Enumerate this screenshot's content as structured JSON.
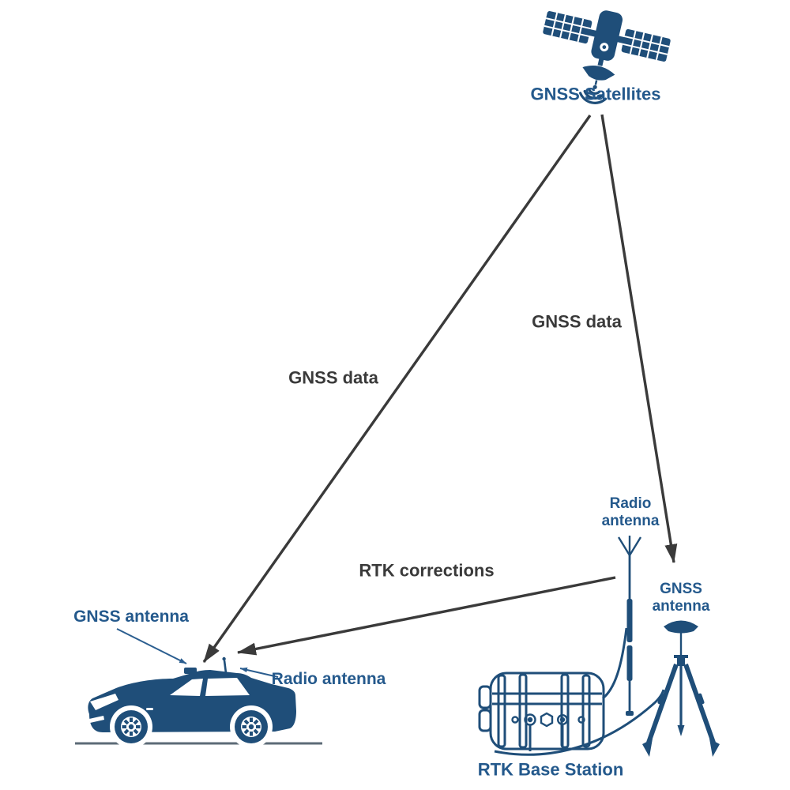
{
  "diagram_title": "RTK GNSS positioning diagram",
  "labels": {
    "gnss_satellites": "GNSS Satellites",
    "gnss_data_left": "GNSS data",
    "gnss_data_right": "GNSS data",
    "rtk_corrections": "RTK corrections",
    "car_gnss_antenna": "GNSS antenna",
    "car_radio_antenna": "Radio antenna",
    "base_radio_antenna": "Radio\nantenna",
    "base_gnss_antenna": "GNSS\nantenna",
    "rtk_base_station": "RTK Base Station"
  },
  "icons": {
    "satellite": "gnss-satellite-icon",
    "signal_waves": "signal-waves-icon",
    "rover_car": "rover-car-icon",
    "base_case": "rtk-base-case-icon",
    "radio_pole": "radio-antenna-pole-icon",
    "tripod": "gnss-tripod-icon"
  },
  "colors": {
    "icon_blue": "#1f4e79",
    "label_blue": "#24598c",
    "arrow_dark": "#3a3a3a",
    "ground_gray": "#5c6b77"
  }
}
